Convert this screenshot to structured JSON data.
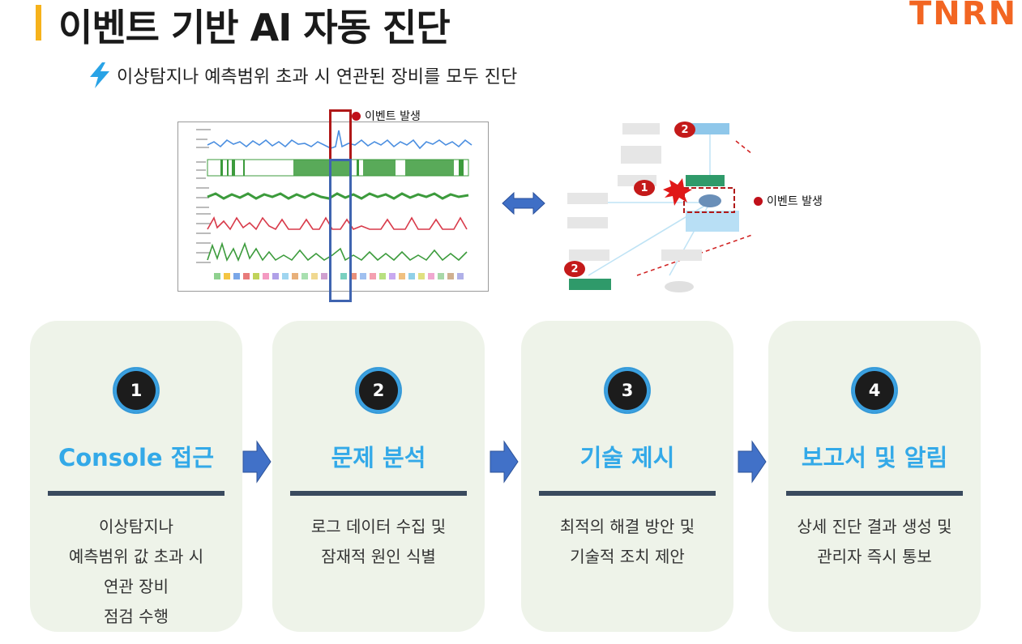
{
  "header": {
    "title": "이벤트 기반 AI 자동 진단",
    "logo_text": "TNRN",
    "accent_bar_color": "#f6b21b"
  },
  "subtitle": {
    "icon": "lightning-icon",
    "text": "이상탐지나 예측범위 초과 시 연관된 장비를 모두 진단"
  },
  "diagram": {
    "event_label_top": "이벤트 발생",
    "event_label_right": "이벤트 발생",
    "topology_markers": [
      "2",
      "1",
      "2"
    ],
    "swap_icon": "double-arrow-icon"
  },
  "steps": [
    {
      "number": "1",
      "title": "Console 접근",
      "desc": [
        "이상탐지나",
        "예측범위 값 초과 시",
        "연관 장비",
        "점검 수행"
      ]
    },
    {
      "number": "2",
      "title": "문제 분석",
      "desc": [
        "로그 데이터 수집 및",
        "잠재적 원인 식별"
      ]
    },
    {
      "number": "3",
      "title": "기술 제시",
      "desc": [
        "최적의 해결 방안 및",
        "기술적 조치 제안"
      ]
    },
    {
      "number": "4",
      "title": "보고서 및 알림",
      "desc": [
        "상세 진단 결과 생성 및",
        "관리자 즉시 통보"
      ]
    }
  ],
  "colors": {
    "title_blue": "#33a9e8",
    "card_bg": "#eef3e9",
    "arrow_blue": "#3f6fc6",
    "event_red": "#c0101a"
  }
}
